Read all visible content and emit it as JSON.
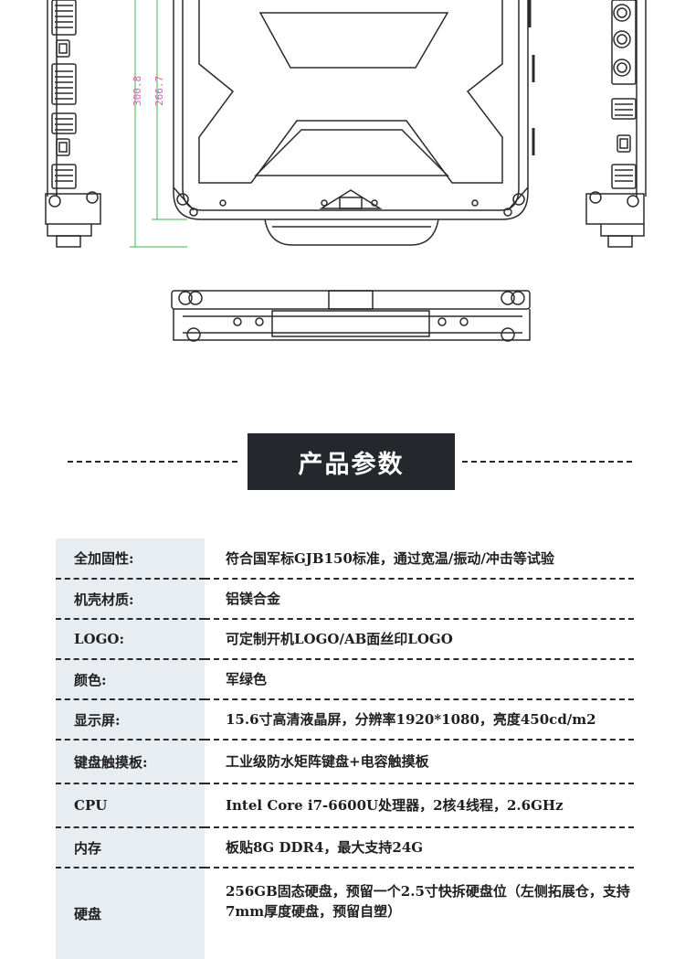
{
  "drawing": {
    "dimension_outer": "300.8",
    "dimension_inner": "266.7"
  },
  "section_title": "产品参数",
  "specs": [
    {
      "label": "全加固性:",
      "value": "符合国军标GJB150标准，通过宽温/振动/冲击等试验"
    },
    {
      "label": "机壳材质:",
      "value": "铝镁合金"
    },
    {
      "label": "LOGO:",
      "value": "可定制开机LOGO/AB面丝印LOGO"
    },
    {
      "label": "颜色:",
      "value": "军绿色"
    },
    {
      "label": "显示屏:",
      "value": "15.6寸高清液晶屏，分辨率1920*1080，亮度450cd/m2"
    },
    {
      "label": "键盘触摸板:",
      "value": "工业级防水矩阵键盘+电容触摸板"
    },
    {
      "label": "CPU",
      "value": "Intel Core i7-6600U处理器，2核4线程，2.6GHz"
    },
    {
      "label": "内存",
      "value": "板贴8G DDR4，最大支持24G"
    },
    {
      "label": "硬盘",
      "value": "256GB固态硬盘，预留一个2.5寸快拆硬盘位（左侧拓展仓，支持7mm厚度硬盘，预留自塑）"
    }
  ]
}
